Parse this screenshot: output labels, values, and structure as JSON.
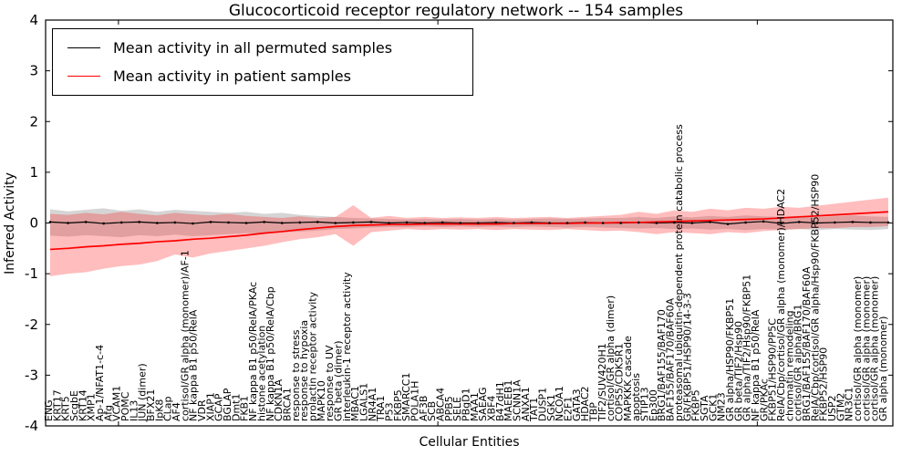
{
  "title": "Glucocorticoid receptor regulatory network -- 154 samples",
  "legend": {
    "items": [
      {
        "label": "Mean activity in all permuted samples",
        "color": "#000000"
      },
      {
        "label": "Mean activity in patient samples",
        "color": "#ff0000"
      }
    ]
  },
  "axes": {
    "ylabel": "Inferred Activity",
    "xlabel": "Cellular Entities",
    "yticks": [
      "4",
      "3",
      "2",
      "1",
      "0",
      "-1",
      "-2",
      "-3",
      "-4"
    ]
  },
  "chart_data": {
    "type": "line",
    "title": "Glucocorticoid receptor regulatory network -- 154 samples",
    "xlabel": "Cellular Entities",
    "ylabel": "Inferred Activity",
    "ylim": [
      -4,
      4
    ],
    "n_samples": 154,
    "grid": false,
    "legend_position": "upper left",
    "xtick_fractions": [
      0.086,
      0.463,
      0.84
    ],
    "series": [
      {
        "name": "Mean activity in all permuted samples",
        "color": "#000000",
        "values": [
          0.02,
          0.0,
          0.02,
          -0.01,
          0.01,
          0.02,
          0.0,
          0.01,
          -0.01,
          0.02,
          0.01,
          0.0,
          0.02,
          0.0,
          0.01,
          0.02,
          0.0,
          0.01,
          0.02,
          0.0,
          0.01,
          0.0,
          0.01,
          0.0,
          0.0,
          0.01,
          0.0,
          0.01,
          0.0,
          0.0,
          0.01,
          0.0,
          0.0,
          0.01,
          0.0,
          0.01,
          0.0,
          0.02,
          -0.02,
          0.01,
          0.03,
          -0.01,
          0.02,
          0.0,
          0.01,
          0.02,
          0.01,
          0.01
        ]
      },
      {
        "name": "Mean activity in patient samples",
        "color": "#ff0000",
        "values": [
          -0.52,
          -0.5,
          -0.47,
          -0.45,
          -0.42,
          -0.4,
          -0.37,
          -0.35,
          -0.32,
          -0.3,
          -0.27,
          -0.24,
          -0.2,
          -0.17,
          -0.13,
          -0.1,
          -0.07,
          -0.05,
          -0.04,
          -0.03,
          -0.03,
          -0.02,
          -0.02,
          -0.02,
          -0.02,
          -0.02,
          -0.01,
          -0.01,
          -0.01,
          -0.01,
          0.0,
          0.0,
          0.01,
          0.01,
          0.02,
          0.03,
          0.04,
          0.05,
          0.06,
          0.07,
          0.08,
          0.1,
          0.12,
          0.14,
          0.16,
          0.18,
          0.2,
          0.22
        ]
      }
    ],
    "bands": [
      {
        "name": "permuted-range",
        "color": "rgba(125,125,125,0.32)",
        "upper": [
          0.27,
          0.23,
          0.26,
          0.29,
          0.24,
          0.27,
          0.22,
          0.26,
          0.24,
          0.22,
          0.2,
          0.22,
          0.18,
          0.2,
          0.16,
          0.14,
          0.12,
          0.1,
          0.09,
          0.08,
          0.07,
          0.08,
          0.07,
          0.08,
          0.07,
          0.08,
          0.07,
          0.08,
          0.09,
          0.08,
          0.09,
          0.1,
          0.1,
          0.12,
          0.1,
          0.13,
          0.11,
          0.14,
          0.12,
          0.15,
          0.13,
          0.12,
          0.14,
          0.12,
          0.13,
          0.15,
          0.13,
          0.12
        ],
        "lower": [
          -0.25,
          -0.27,
          -0.24,
          -0.26,
          -0.28,
          -0.24,
          -0.26,
          -0.23,
          -0.26,
          -0.24,
          -0.22,
          -0.2,
          -0.21,
          -0.18,
          -0.17,
          -0.15,
          -0.12,
          -0.11,
          -0.09,
          -0.08,
          -0.08,
          -0.07,
          -0.08,
          -0.07,
          -0.08,
          -0.07,
          -0.08,
          -0.07,
          -0.08,
          -0.09,
          -0.08,
          -0.09,
          -0.1,
          -0.11,
          -0.1,
          -0.12,
          -0.11,
          -0.13,
          -0.12,
          -0.14,
          -0.12,
          -0.13,
          -0.12,
          -0.14,
          -0.12,
          -0.13,
          -0.14,
          -0.12
        ]
      },
      {
        "name": "patient-range",
        "color": "rgba(255,35,35,0.30)",
        "upper": [
          0.18,
          0.16,
          0.2,
          0.17,
          0.22,
          0.18,
          0.15,
          0.2,
          0.17,
          0.15,
          0.18,
          0.14,
          0.12,
          0.1,
          0.13,
          0.1,
          0.12,
          0.35,
          0.1,
          0.14,
          0.1,
          0.12,
          0.1,
          0.11,
          0.1,
          0.12,
          0.1,
          0.11,
          0.12,
          0.1,
          0.12,
          0.14,
          0.16,
          0.22,
          0.18,
          0.25,
          0.22,
          0.28,
          0.25,
          0.3,
          0.28,
          0.32,
          0.3,
          0.34,
          0.38,
          0.42,
          0.46,
          0.5
        ],
        "lower": [
          -1.05,
          -1.0,
          -0.97,
          -0.9,
          -0.85,
          -0.82,
          -0.75,
          -0.62,
          -0.68,
          -0.6,
          -0.55,
          -0.5,
          -0.45,
          -0.38,
          -0.32,
          -0.28,
          -0.22,
          -0.45,
          -0.18,
          -0.15,
          -0.12,
          -0.14,
          -0.12,
          -0.13,
          -0.12,
          -0.14,
          -0.12,
          -0.13,
          -0.14,
          -0.12,
          -0.14,
          -0.16,
          -0.15,
          -0.18,
          -0.22,
          -0.18,
          -0.2,
          -0.22,
          -0.18,
          -0.2,
          -0.16,
          -0.14,
          -0.12,
          -0.1,
          -0.1,
          -0.08,
          -0.08,
          -0.06
        ]
      }
    ],
    "entities": [
      "ENG",
      "KRT17",
      "KRT5",
      "ScgbE",
      "KRT14",
      "XMP1",
      "Ap-1/NFAT1-c-4",
      "Afg",
      "VCAM1",
      "POMC",
      "IL13",
      "JUN (dimer)",
      "BFX21",
      "IpK8",
      "CLap",
      "AF4",
      "cortisol/GR alpha (monomer)/AF-1",
      "NF kappa B1 p50/RelA",
      "VDR",
      "XIAP1",
      "GCAP",
      "BGLAP",
      "Dmt1",
      "FKB1",
      "NF kappa B1 p50/RelA/PKAc",
      "histone acetylation",
      "NF kappa B1 p50/RelA/Cbp",
      "CDKN1A",
      "BRCA1",
      "response to stress",
      "response to hypoxia",
      "prolactin receptor activity",
      "MAPK10",
      "response to UV",
      "GR beta (dimer)",
      "interleukin-1 receptor activity",
      "MBAC1",
      "LGALS1",
      "NR4A1",
      "TRA1",
      "P53",
      "FKBP5",
      "SMARCC1",
      "POLA1H",
      "AF3B",
      "SCB",
      "ABCA4",
      "PPB5",
      "SELE",
      "PBgD1",
      "MAA1",
      "SAEAG",
      "XBF4",
      "B47dH1",
      "MAEEB1",
      "SCNN1A",
      "ANXA1",
      "TAT1",
      "DUSP1",
      "SGK1",
      "NCOA1",
      "E2F1",
      "GATA3",
      "HDAC2",
      "TBP",
      "TIF2/SUV420H1",
      "cortisol/GR alpha (dimer)",
      "COPS5/CDK5R1",
      "MAPKKK cascade",
      "apoptosis",
      "STIP13",
      "Ep300",
      "BRG1/BAF155/BAF170",
      "BAF155/BAF170/BAF60A",
      "proteasomal ubiquitin-dependent protein catabolic process",
      "GR/FKBP51/HSP90/14-3-3",
      "FKBP5",
      "SGTA",
      "GCK1",
      "NM23",
      "GR alpha/HSP90/FKBP51",
      "GR beta/TIF2/Hsp90",
      "GR alpha/TIF2/Hsp90/FKBP51",
      "NF kappa B1 p50/RelA",
      "GR/PKAc",
      "FKBP51/HSP90/PP5C",
      "RelA/Cbp/cortisol/GR alpha (monomer)/HDAC2",
      "chromatin remodeling",
      "cortisol/GR alpha/BRG1",
      "BRG1/BAF155/BAF170/BAF60A",
      "RelA/Cbp/cortisol/GR alpha/Hsp90/FKBP52/HSP90",
      "FKBP52/HSP90",
      "USP2",
      "GTM2",
      "NR3C1",
      "cortisol/GR alpha (monomer)",
      "cortisol/GR alpha (monomer)",
      "cortisol/GR alpha (monomer)",
      "GR alpha (monomer)"
    ]
  }
}
